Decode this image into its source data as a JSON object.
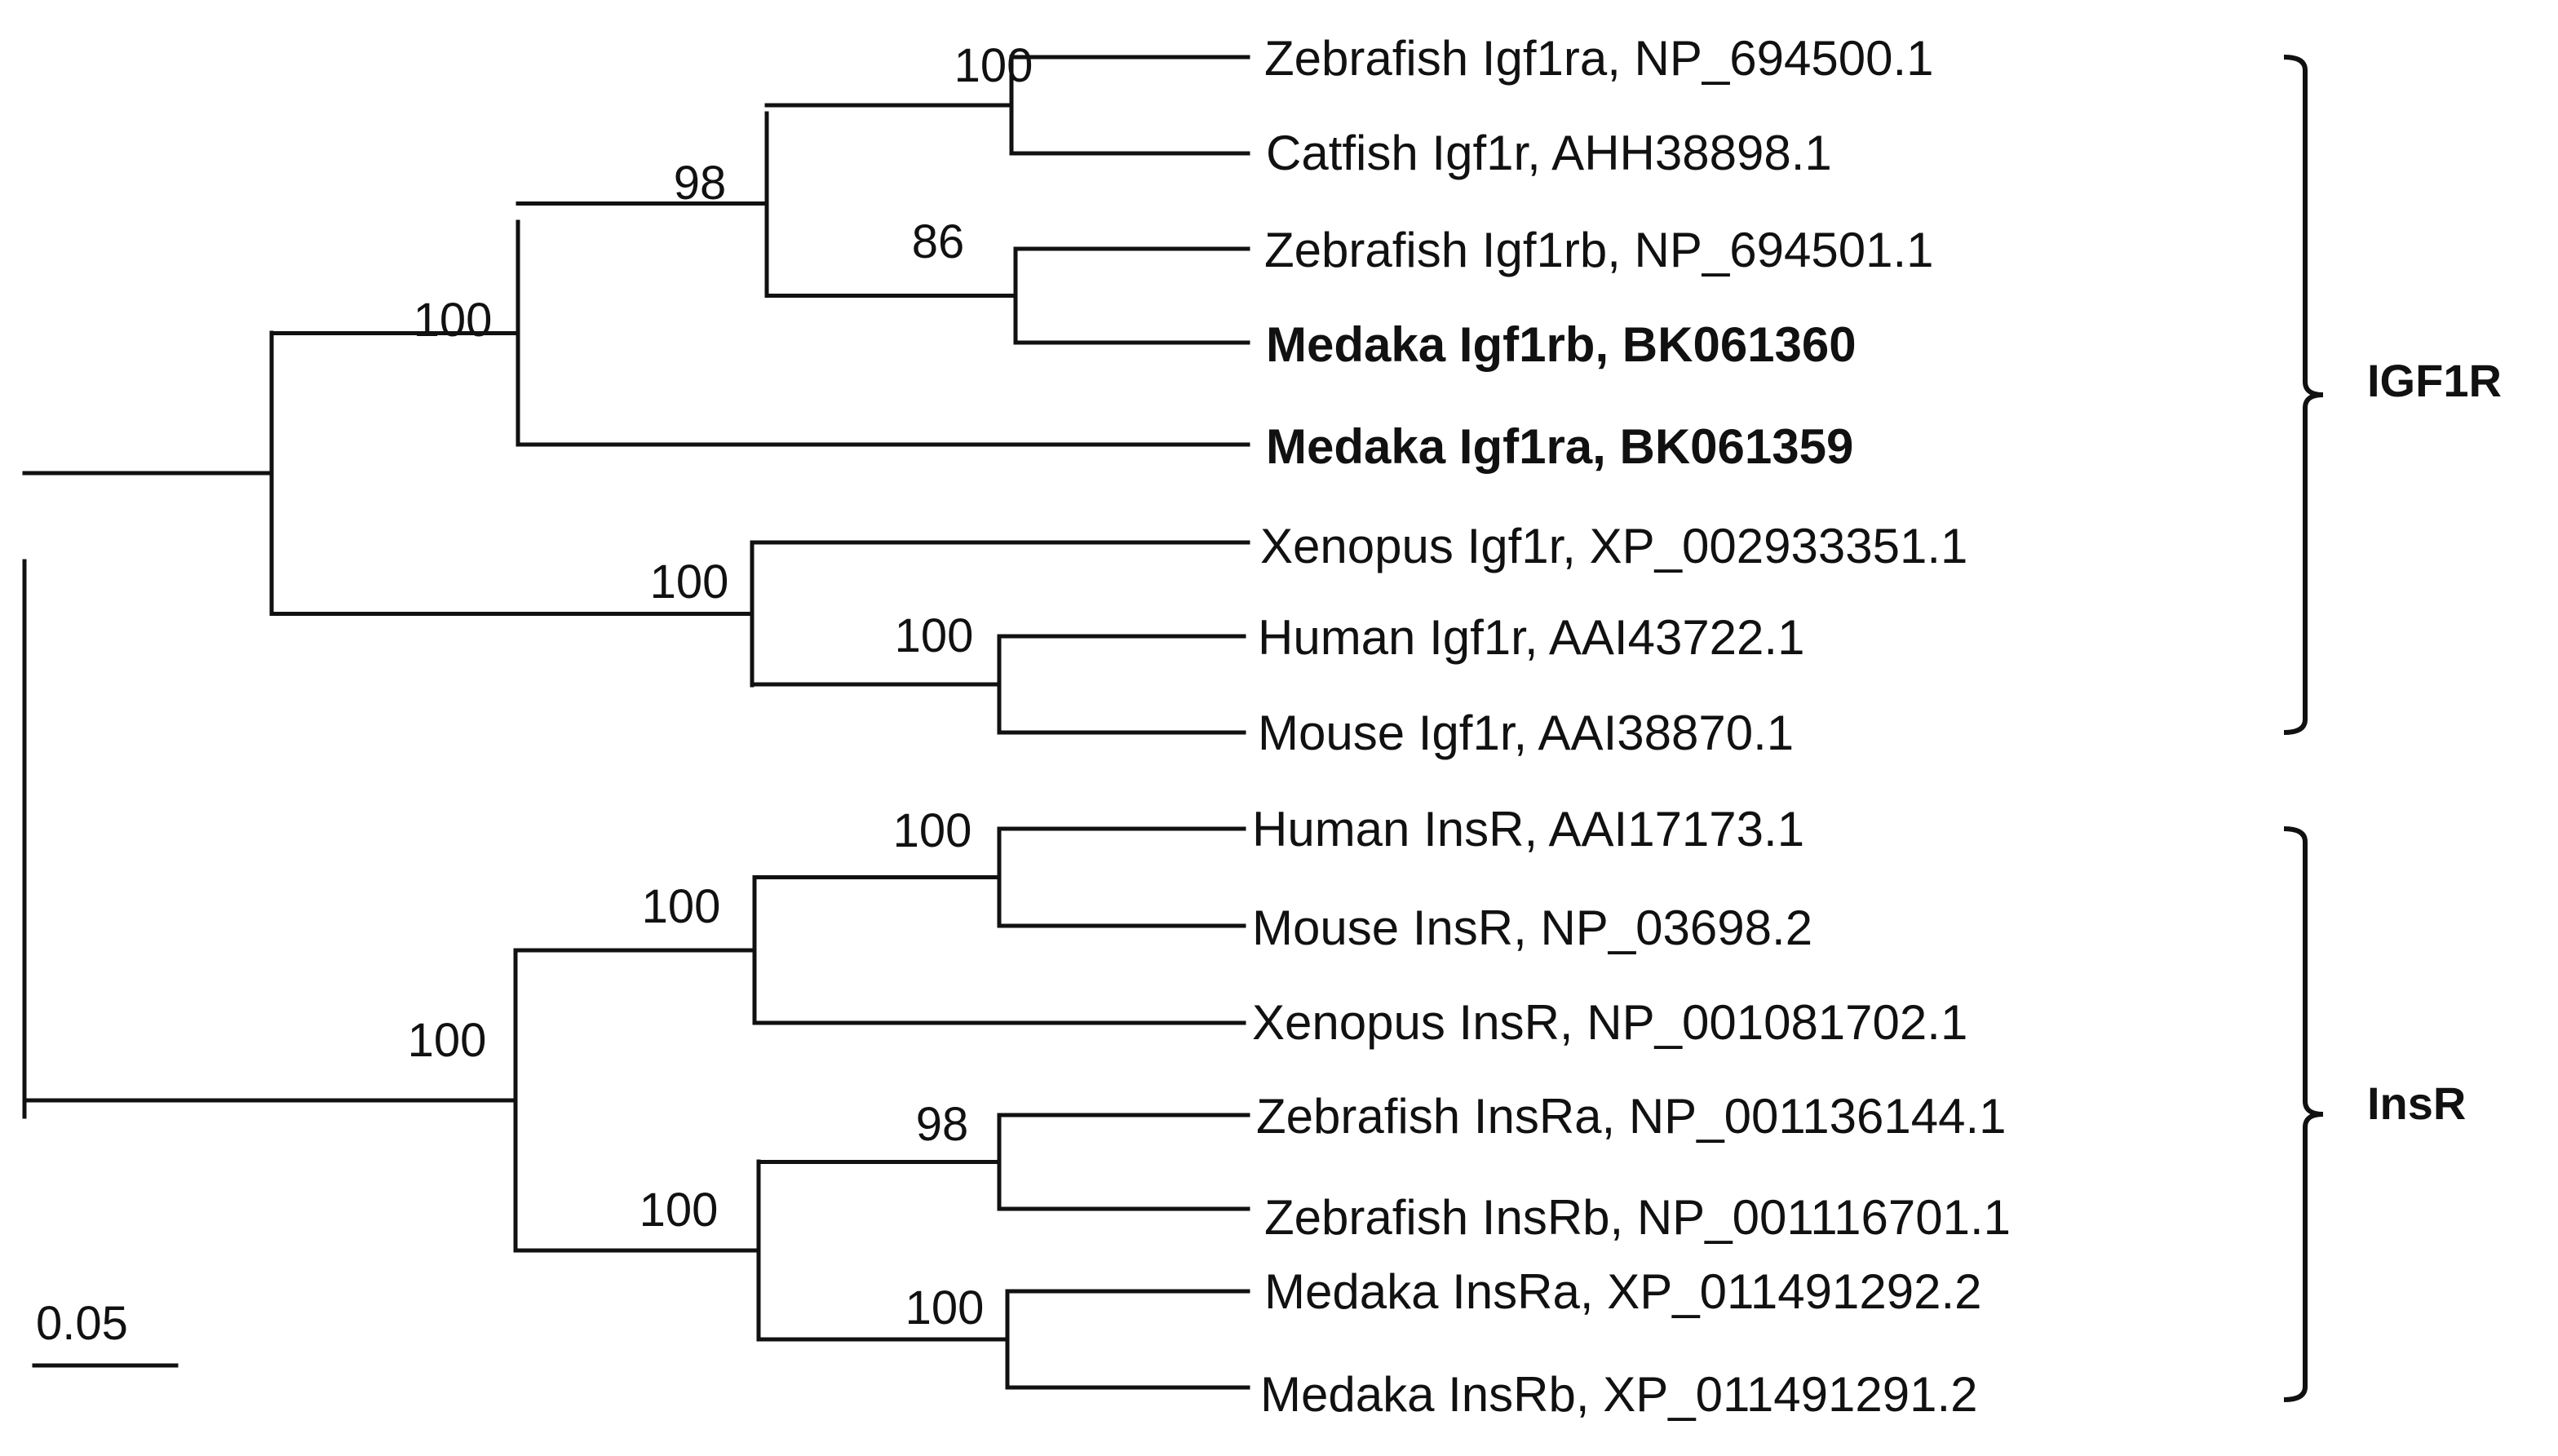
{
  "tree": {
    "leaves": [
      {
        "id": "L1",
        "label": "Zebrafish Igf1ra, NP_694500.1",
        "bold": false
      },
      {
        "id": "L2",
        "label": "Catfish Igf1r, AHH38898.1",
        "bold": false
      },
      {
        "id": "L3",
        "label": "Zebrafish Igf1rb, NP_694501.1",
        "bold": false
      },
      {
        "id": "L4",
        "label": "Medaka Igf1rb, BK061360",
        "bold": true
      },
      {
        "id": "L5",
        "label": "Medaka Igf1ra, BK061359",
        "bold": true
      },
      {
        "id": "L6",
        "label": "Xenopus Igf1r, XP_002933351.1",
        "bold": false
      },
      {
        "id": "L7",
        "label": "Human Igf1r, AAI43722.1",
        "bold": false
      },
      {
        "id": "L8",
        "label": "Mouse Igf1r, AAI38870.1",
        "bold": false
      },
      {
        "id": "L9",
        "label": "Human InsR, AAI17173.1",
        "bold": false
      },
      {
        "id": "L10",
        "label": "Mouse InsR, NP_03698.2",
        "bold": false
      },
      {
        "id": "L11",
        "label": "Xenopus InsR, NP_001081702.1",
        "bold": false
      },
      {
        "id": "L12",
        "label": "Zebrafish InsRa, NP_001136144.1",
        "bold": false
      },
      {
        "id": "L13",
        "label": "Zebrafish InsRb, NP_001116701.1",
        "bold": false
      },
      {
        "id": "L14",
        "label": "Medaka InsRa, XP_011491292.2",
        "bold": false
      },
      {
        "id": "L15",
        "label": "Medaka InsRb, XP_011491291.2",
        "bold": false
      }
    ],
    "nodes": [
      {
        "id": "N1",
        "bootstrap": "100"
      },
      {
        "id": "N2",
        "bootstrap": "86"
      },
      {
        "id": "N3",
        "bootstrap": "98"
      },
      {
        "id": "N4",
        "bootstrap": "100"
      },
      {
        "id": "N5",
        "bootstrap": "100"
      },
      {
        "id": "N6",
        "bootstrap": "100"
      },
      {
        "id": "N7",
        "bootstrap": "100"
      },
      {
        "id": "N8",
        "bootstrap": "100"
      },
      {
        "id": "N9",
        "bootstrap": "100"
      },
      {
        "id": "N10",
        "bootstrap": "98"
      },
      {
        "id": "N11",
        "bootstrap": "100"
      },
      {
        "id": "N12",
        "bootstrap": "100"
      },
      {
        "id": "N13",
        "bootstrap": "100"
      }
    ],
    "clades": [
      {
        "id": "C1",
        "label": "IGF1R"
      },
      {
        "id": "C2",
        "label": "InsR"
      }
    ],
    "scale_bar": {
      "label": "0.05"
    }
  }
}
